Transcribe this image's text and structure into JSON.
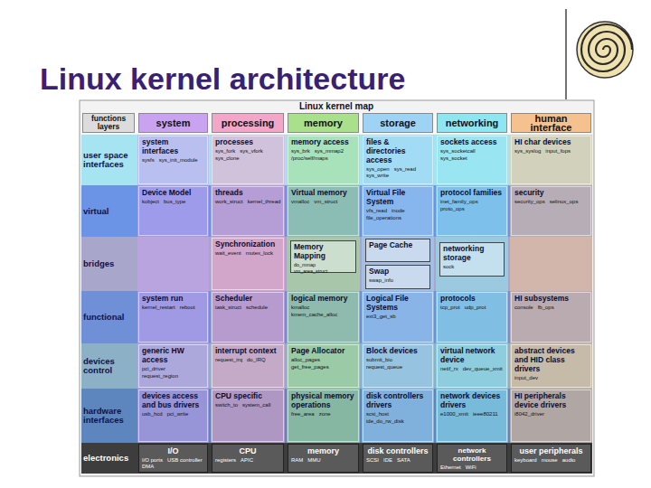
{
  "diagram": {
    "title": "Linux kernel architecture",
    "nodes": [
      {
        "text": [
          "functions layers"
        ]
      },
      {
        "text": [
          "system"
        ]
      },
      {
        "text": [
          "processing"
        ]
      },
      {
        "text": [
          "memory"
        ]
      },
      {
        "text": [
          "storage"
        ]
      },
      {
        "text": [
          "networking"
        ]
      },
      {
        "text": [
          "human interface"
        ]
      },
      {
        "text": [
          "user space interfaces"
        ]
      },
      {
        "text": [
          "system interfaces"
        ],
        "in": 7
      },
      {
        "text": [
          "processes"
        ],
        "in": 7
      },
      {
        "text": [
          "memory access"
        ],
        "in": 7
      },
      {
        "text": [
          "files & directories access"
        ],
        "in": 7
      },
      {
        "text": [
          "sockets access"
        ],
        "in": 7
      },
      {
        "text": [
          "HI char devices"
        ],
        "in": 7
      },
      {
        "text": [
          "virtual"
        ]
      },
      {
        "text": [
          "Device Model"
        ],
        "in": 14
      },
      {
        "text": [
          "threads"
        ],
        "in": 14
      },
      {
        "text": [
          "Virtual memory"
        ],
        "in": 14
      },
      {
        "text": [
          "Virtual File System"
        ],
        "in": 14
      },
      {
        "text": [
          "protocol families"
        ],
        "in": 14
      },
      {
        "text": [
          "security"
        ],
        "in": 14
      },
      {
        "text": [
          "bridges"
        ]
      },
      {
        "text": [
          "Synchronization"
        ],
        "in": 21
      },
      {
        "text": [
          "Memory Mapping"
        ],
        "in": 21
      },
      {
        "text": [
          "Page Cache"
        ],
        "in": 21
      },
      {
        "text": [
          "Swap"
        ],
        "in": 21
      },
      {
        "text": [
          "networking storage"
        ],
        "in": 21
      },
      {
        "text": [
          "functional"
        ]
      },
      {
        "text": [
          "system run"
        ],
        "in": 27
      },
      {
        "text": [
          "Scheduler"
        ],
        "in": 27
      },
      {
        "text": [
          "logical memory"
        ],
        "in": 27
      },
      {
        "text": [
          "Logical File Systems"
        ],
        "in": 27
      },
      {
        "text": [
          "protocols"
        ],
        "in": 27
      },
      {
        "text": [
          "HI subsystems"
        ],
        "in": 27
      },
      {
        "text": [
          "devices control"
        ]
      },
      {
        "text": [
          "generic HW access"
        ],
        "in": 34
      },
      {
        "text": [
          "interrupt context"
        ],
        "in": 34
      },
      {
        "text": [
          "Page Allocator"
        ],
        "in": 34
      },
      {
        "text": [
          "Block devices"
        ],
        "in": 34
      },
      {
        "text": [
          "virtual network device"
        ],
        "in": 34
      },
      {
        "text": [
          "abstract devices and HID class drivers"
        ],
        "in": 34
      },
      {
        "text": [
          "hardware interfaces"
        ]
      },
      {
        "text": [
          "devices access and bus drivers"
        ],
        "in": 41
      },
      {
        "text": [
          "CPU specific"
        ],
        "in": 41
      },
      {
        "text": [
          "physical memory operations"
        ],
        "in": 41
      },
      {
        "text": [
          "disk controllers drivers"
        ],
        "in": 41
      },
      {
        "text": [
          "network devices drivers"
        ],
        "in": 41
      },
      {
        "text": [
          "HI peripherals device drivers"
        ],
        "in": 41
      },
      {
        "text": [
          "electronics"
        ]
      },
      {
        "text": [
          "I/O"
        ],
        "in": 48
      },
      {
        "text": [
          "CPU"
        ],
        "in": 48
      },
      {
        "text": [
          "memory"
        ],
        "in": 48
      },
      {
        "text": [
          "disk controllers"
        ],
        "in": 48
      },
      {
        "text": [
          "network controllers"
        ],
        "in": 48
      },
      {
        "text": [
          "user peripherals"
        ],
        "in": 48
      }
    ],
    "labels": [
      "Linux kernel map",
      "sysfs",
      "sys_init_module",
      "sys_fork",
      "sys_vfork",
      "sys_clone",
      "sys_brk",
      "sys_mmap2",
      "/proc/self/maps",
      "sys_open",
      "sys_read",
      "sys_write",
      "sys_socketcall",
      "sys_socket",
      "sys_syslog",
      "input_fops",
      "kobject",
      "bus_type",
      "work_struct",
      "kernel_thread",
      "vmalloc",
      "vm_struct",
      "vfs_read",
      "inode",
      "file_operations",
      "inet_family_ops",
      "proto_ops",
      "security_ops",
      "selinux_ops",
      "wait_event",
      "mutex_lock",
      "do_mmap",
      "vm_area_struct",
      "swap_info",
      "sock",
      "kernel_restart",
      "reboot",
      "task_struct",
      "schedule",
      "kmalloc",
      "kmem_cache_alloc",
      "ext3_get_sb",
      "tcp_prot",
      "udp_prot",
      "console",
      "fb_ops",
      "pci_driver",
      "request_region",
      "request_irq",
      "do_IRQ",
      "alloc_pages",
      "get_free_pages",
      "submit_bio",
      "request_queue",
      "netif_rx",
      "dev_queue_xmit",
      "input_dev",
      "usb_hcd",
      "pci_write",
      "switch_to",
      "system_call",
      "free_area",
      "zone",
      "scsi_host",
      "ide_do_rw_disk",
      "e1000_xmit",
      "ieee80211",
      "i8042_driver",
      "I/O ports",
      "USB controller",
      "DMA",
      "registers",
      "APIC",
      "RAM",
      "MMU",
      "SCSI",
      "IDE",
      "SATA",
      "Ethernet",
      "WiFi",
      "keyboard",
      "mouse",
      "audio"
    ]
  }
}
